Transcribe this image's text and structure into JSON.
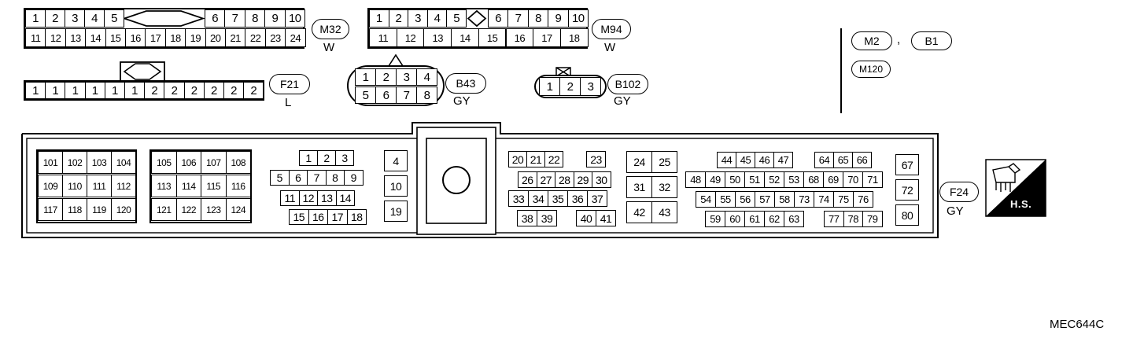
{
  "connectors": {
    "m32": {
      "tag": "M32",
      "color": "W",
      "top_left": [
        "1",
        "2",
        "3",
        "4",
        "5"
      ],
      "top_right": [
        "6",
        "7",
        "8",
        "9",
        "10"
      ],
      "bottom": [
        "11",
        "12",
        "13",
        "14",
        "15",
        "16",
        "17",
        "18",
        "19",
        "20",
        "21",
        "22",
        "23",
        "24"
      ]
    },
    "m94": {
      "tag": "M94",
      "color": "W",
      "top_left": [
        "1",
        "2",
        "3",
        "4",
        "5"
      ],
      "top_right": [
        "6",
        "7",
        "8",
        "9",
        "10"
      ],
      "bottom": [
        "11",
        "12",
        "13",
        "14",
        "15",
        "16",
        "17",
        "18"
      ]
    },
    "f21": {
      "tag": "F21",
      "color": "L",
      "pins": [
        "1",
        "1",
        "1",
        "1",
        "1",
        "1",
        "2",
        "2",
        "2",
        "2",
        "2",
        "2"
      ]
    },
    "b43": {
      "tag": "B43",
      "color": "GY",
      "top": [
        "1",
        "2",
        "3",
        "4"
      ],
      "bottom": [
        "5",
        "6",
        "7",
        "8"
      ]
    },
    "b102": {
      "tag": "B102",
      "color": "GY",
      "pins": [
        "1",
        "2",
        "3"
      ]
    },
    "f24": {
      "tag": "F24",
      "color": "GY",
      "block_a": [
        [
          "101",
          "102",
          "103",
          "104"
        ],
        [
          "109",
          "110",
          "111",
          "112"
        ],
        [
          "117",
          "118",
          "119",
          "120"
        ]
      ],
      "block_b": [
        [
          "105",
          "106",
          "107",
          "108"
        ],
        [
          "113",
          "114",
          "115",
          "116"
        ],
        [
          "121",
          "122",
          "123",
          "124"
        ]
      ],
      "block_c": [
        [
          "1",
          "2",
          "3"
        ],
        [
          "5",
          "6",
          "7",
          "8",
          "9"
        ],
        [
          "11",
          "12",
          "13",
          "14"
        ],
        [
          "15",
          "16",
          "17",
          "18"
        ]
      ],
      "block_d": [
        "4",
        "10",
        "19"
      ],
      "block_e": [
        [
          "20",
          "21",
          "22",
          "23"
        ],
        [
          "26",
          "27",
          "28",
          "29",
          "30"
        ],
        [
          "33",
          "34",
          "35",
          "36",
          "37"
        ],
        [
          "38",
          "39",
          "40",
          "41"
        ]
      ],
      "block_f": [
        [
          "24",
          "25"
        ],
        [
          "31",
          "32"
        ],
        [
          "42",
          "43"
        ]
      ],
      "block_g_row1a": [
        "44",
        "45",
        "46",
        "47"
      ],
      "block_g_row1b": [
        "64",
        "65",
        "66"
      ],
      "block_g_row2": [
        "48",
        "49",
        "50",
        "51",
        "52",
        "53",
        "68",
        "69",
        "70",
        "71"
      ],
      "block_g_row3": [
        "54",
        "55",
        "56",
        "57",
        "58",
        "73",
        "74",
        "75",
        "76"
      ],
      "block_g_row4a": [
        "59",
        "60",
        "61",
        "62",
        "63"
      ],
      "block_g_row4b": [
        "77",
        "78",
        "79"
      ],
      "block_h": [
        "67",
        "72",
        "80"
      ]
    }
  },
  "legend": {
    "tag_m2": "M2",
    "separator": ",",
    "tag_b1": "B1",
    "tag_m120": "M120",
    "hs_badge": "H.S."
  },
  "figure_code": "MEC644C"
}
